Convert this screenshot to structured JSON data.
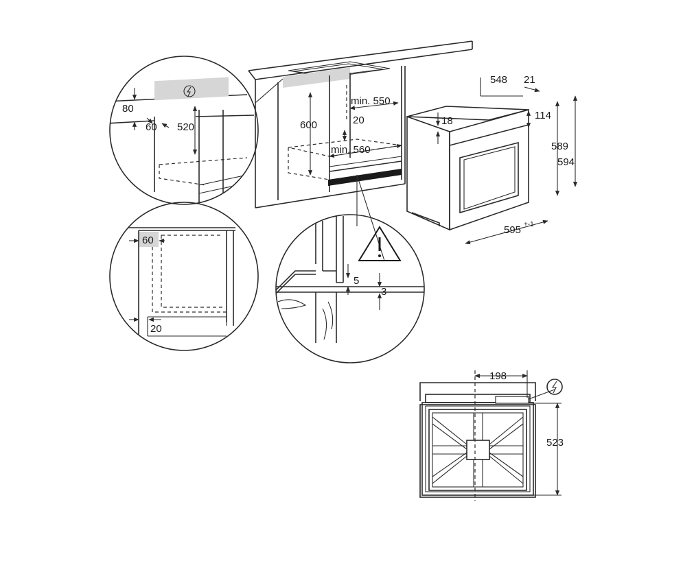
{
  "labels": {
    "d80": "80",
    "d60a": "60",
    "d520": "520",
    "d600": "600",
    "d_min550": "min. 550",
    "d20a": "20",
    "d_min560": "min. 560",
    "d548": "548",
    "d21": "21",
    "d114": "114",
    "d18": "18",
    "d589": "589",
    "d594": "594",
    "d595": "595",
    "d595_tol": "+-1",
    "d60b": "60",
    "d20b": "20",
    "d5": "5",
    "d3": "3",
    "d198": "198",
    "d523": "523"
  },
  "icons": {
    "power_symbol": "lightning-bolt-in-circle",
    "warning": "exclamation-triangle"
  },
  "colors": {
    "line": "#2a2a2a",
    "highlight_gray": "#d6d6d6",
    "vent_black": "#1a1a1a"
  }
}
